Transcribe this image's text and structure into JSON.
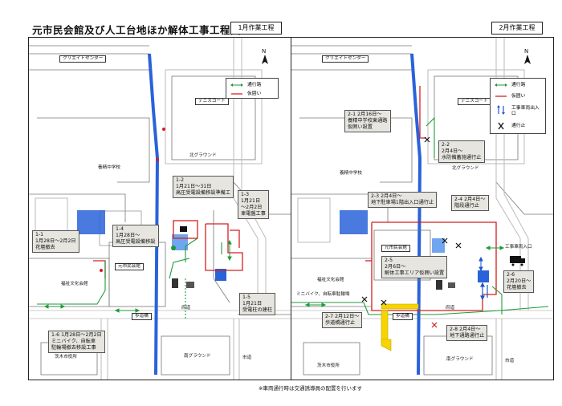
{
  "page_title": "元市民会館及び人工台地ほか解体工事工程図",
  "footnote": "※車両通行時は交通誘導員の配置を行います",
  "left": {
    "month": "1月作業工程",
    "labels": {
      "create_center": "クリエイトセンター",
      "tennis_court": "テニスコート",
      "north_ground": "北グラウンド",
      "yoshiki_jhs": "養精中学校",
      "shimin_kaikan": "元市民会館",
      "fukushi": "福祉文化会館",
      "fudo": "府道",
      "hodokyo": "歩道橋",
      "south_ground": "南グラウンド",
      "city_hall": "茨木市役所",
      "shido": "市道"
    },
    "legend": [
      {
        "label": "通行路",
        "color": "#1f9a3a"
      },
      {
        "label": "仮囲い",
        "color": "#d42020"
      }
    ],
    "callouts": [
      {
        "id": "c2",
        "lines": [
          "1-2",
          "1月21日～31日",
          "高圧受電設備移設準備工"
        ]
      },
      {
        "id": "c3",
        "lines": [
          "1-3",
          "1月21日",
          "～2月2日",
          "車電盤工事"
        ]
      },
      {
        "id": "c4",
        "lines": [
          "1-4",
          "1月28日～",
          "高圧受電設備移設"
        ]
      },
      {
        "id": "c1",
        "lines": [
          "1-1",
          "1月28日～2月2日",
          "花壇撤去"
        ]
      },
      {
        "id": "c5",
        "lines": [
          "1-5",
          "1月21日",
          "受電柱の建柱"
        ]
      },
      {
        "id": "c6",
        "lines": [
          "1-6 1月28日～2月2日",
          "ミニバイク、自転車",
          "駐輪場撤去移設工事"
        ]
      }
    ]
  },
  "right": {
    "month": "2月作業工程",
    "labels": {
      "create_center": "クリエイトセンター",
      "tennis_court": "テニスコート",
      "north_ground": "北グラウンド",
      "yoshiki_jhs": "養精中学校",
      "shimin_kaikan": "元市民会館",
      "fukushi": "福祉文化会館",
      "fudo": "府道",
      "hodokyo": "歩道橋",
      "south_ground": "南グラウンド",
      "city_hall": "茨木市役所",
      "shido": "市道",
      "bike_parking": "ミニバイク、自転車駐輪場",
      "vehicle_gate": "工事車両入口"
    },
    "legend": [
      {
        "label": "通行路",
        "color": "#1f9a3a"
      },
      {
        "label": "仮囲い",
        "color": "#d42020"
      },
      {
        "label": "工事車両出入口",
        "color": "#1f55c8"
      },
      {
        "label": "通行止",
        "color": "#111111"
      }
    ],
    "callouts": [
      {
        "id": "r1",
        "lines": [
          "2-1 2月16日～",
          "養精中学校東通路",
          "仮囲い設置"
        ]
      },
      {
        "id": "r2",
        "lines": [
          "2-2",
          "2月4日～",
          "水防備蓄施通行止"
        ]
      },
      {
        "id": "r3",
        "lines": [
          "2-3 2月4日～",
          "地下駐車場1階出入口通行止"
        ]
      },
      {
        "id": "r4",
        "lines": [
          "2-4 2月4日～",
          "階段通行止"
        ]
      },
      {
        "id": "r5",
        "lines": [
          "2-5",
          "2月6日～",
          "解体工事エリア仮囲い設置"
        ]
      },
      {
        "id": "r6",
        "lines": [
          "2-6",
          "2月20日～",
          "花壇撤去"
        ]
      },
      {
        "id": "r7",
        "lines": [
          "2-7 2月12日～",
          "歩道橋通行止"
        ]
      },
      {
        "id": "r8",
        "lines": [
          "2-8 2月4日～",
          "地下通路通行止"
        ]
      }
    ]
  }
}
